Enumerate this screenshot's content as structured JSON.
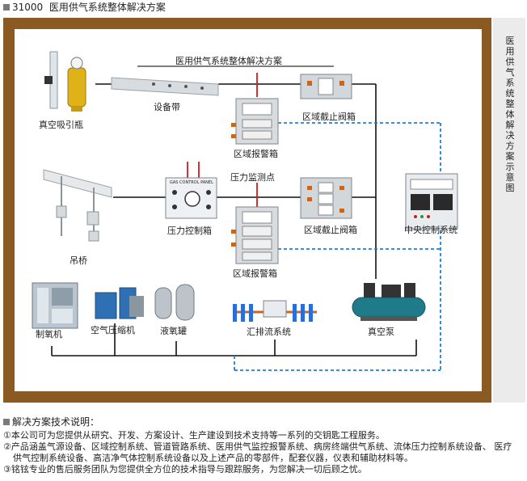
{
  "header": {
    "code": "31000",
    "title": "医用供气系统整体解决方案"
  },
  "sidebar": {
    "text": "医用供气系统整体解决方案示意图"
  },
  "diagram": {
    "banner": "医用供气系统整体解决方案",
    "labels": {
      "vacuum_bottle": "真空吸引瓶",
      "equipment_belt": "设备带",
      "zone_alarm_top": "区域报警箱",
      "zone_valve_top": "区域截止阀箱",
      "pressure_point": "压力监测点",
      "bridge": "吊桥",
      "pressure_box": "压力控制箱",
      "zone_valve_mid": "区域截止阀箱",
      "zone_alarm_mid": "区域报警箱",
      "central_control": "中央控制系统",
      "oxygen_machine": "制氧机",
      "air_compressor": "空气压缩机",
      "liquid_tank": "液氧罐",
      "manifold": "汇排流系统",
      "vacuum_pump": "真空泵"
    },
    "panel_text": "GAS CONTROL PANEL"
  },
  "notes": {
    "title": "解决方案技术说明：",
    "items": [
      "①本公司可为您提供从研究、开发、方案设计、生产建设到技术支持等一系列的交钥匙工程服务。",
      "②产品涵盖气源设备、区域控制系统、管道管路系统、医用供气监控报警系统、病房终端供气系统、流体压力控制系统设备、 医疗",
      "供气控制系统设备、高洁净气体控制系统设备以及上述产品的零部件，配套仪器，仪表和辅助材料等。",
      "③铭铉专业的售后服务团队为您提供全方位的技术指导与跟踪服务，为您解决一切后顾之忧。"
    ]
  }
}
